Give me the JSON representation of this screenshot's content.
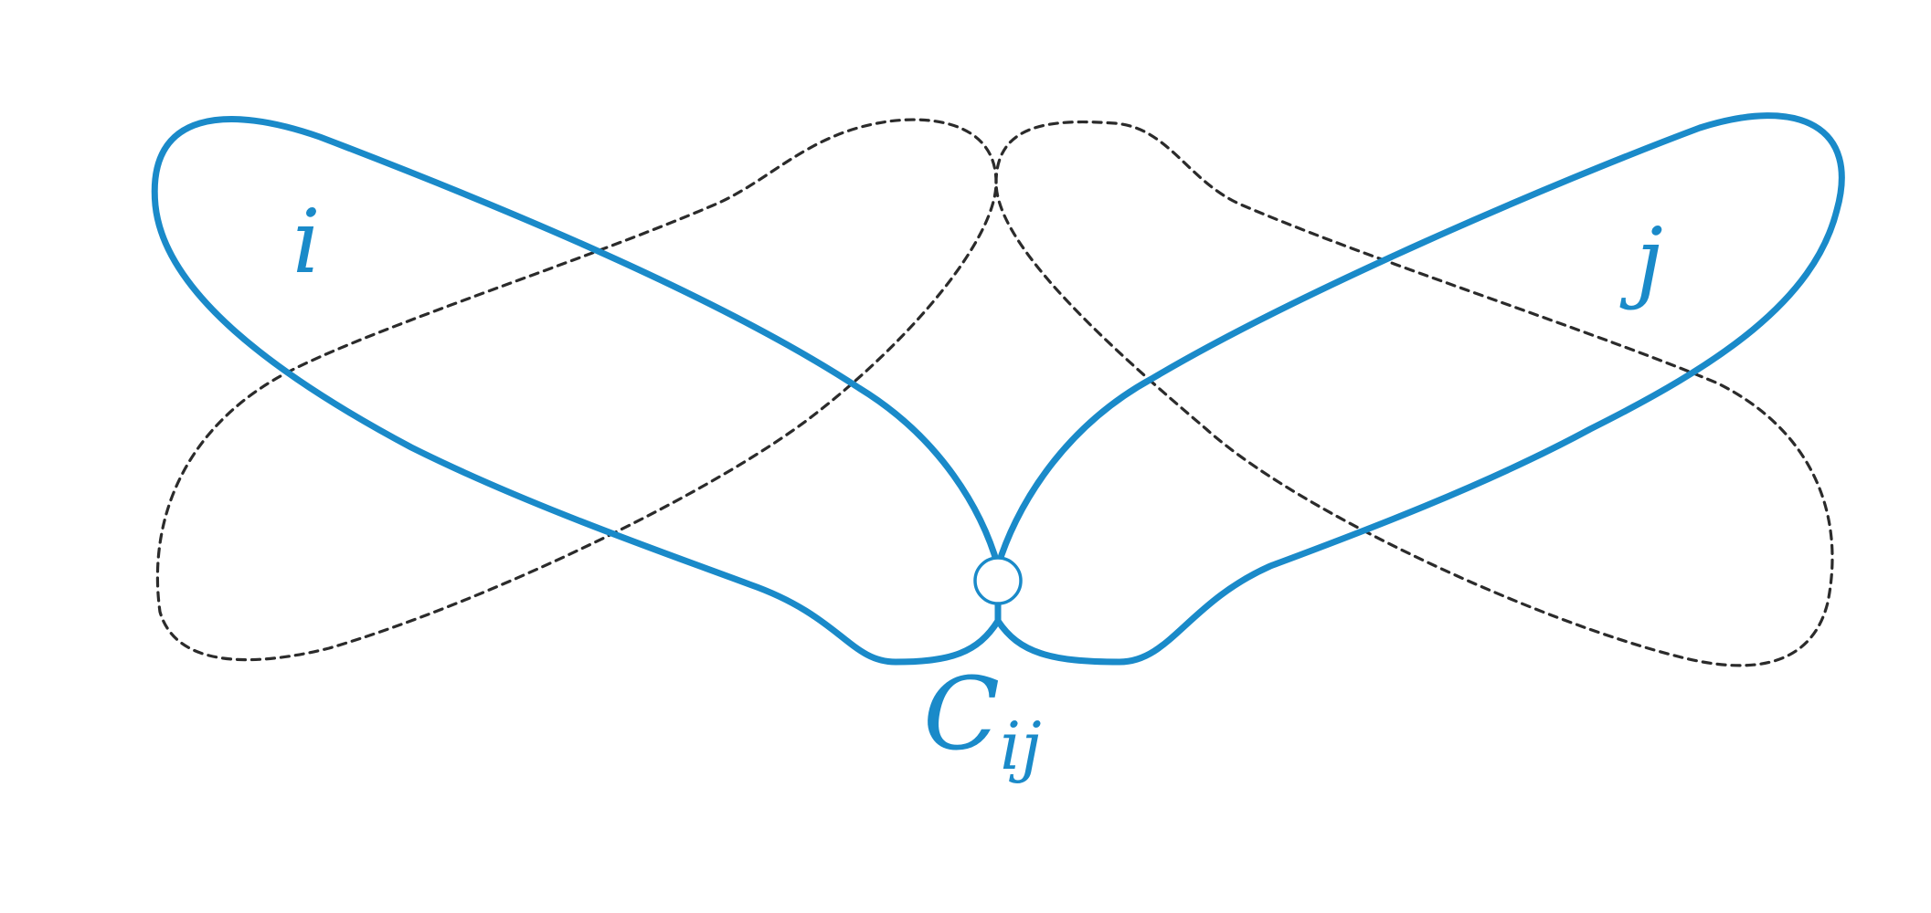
{
  "colors": {
    "accent": "#1a8ac9",
    "dashed": "#2b2b2b",
    "background": "#ffffff"
  },
  "labels": {
    "loop_i": "i",
    "loop_j": "j",
    "junction_base": "C",
    "junction_subscript": "ij"
  }
}
